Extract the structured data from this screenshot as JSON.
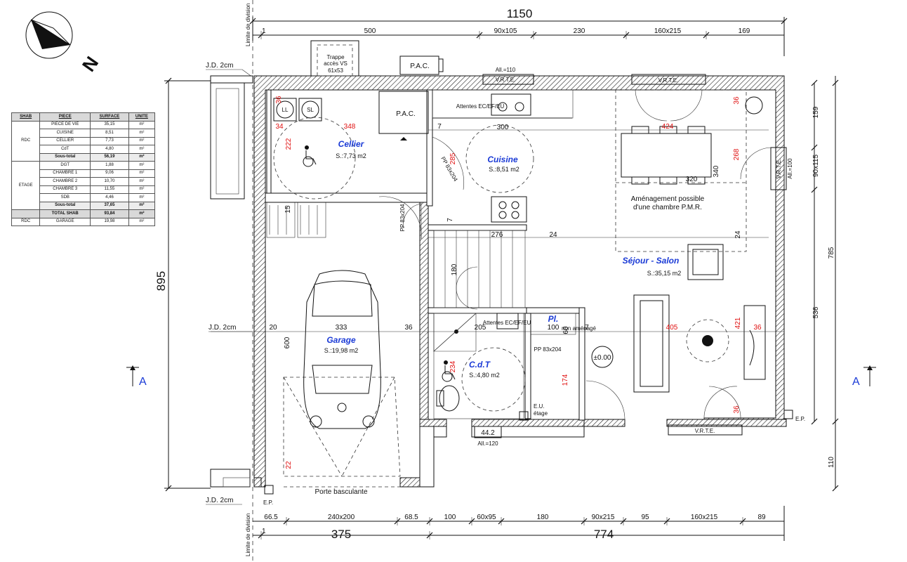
{
  "north_label": "N",
  "legend": {
    "headers": [
      "SHAB",
      "PIECE",
      "SURFACE",
      "UNITE"
    ],
    "rows": [
      {
        "level": "RDC",
        "piece": "PIECE DE VIE",
        "surface": "35,15",
        "unite": "m²"
      },
      {
        "level": "",
        "piece": "CUISINE",
        "surface": "8,51",
        "unite": "m²"
      },
      {
        "level": "",
        "piece": "CELLIER",
        "surface": "7,73",
        "unite": "m²"
      },
      {
        "level": "",
        "piece": "CdT",
        "surface": "4,80",
        "unite": "m²"
      },
      {
        "level": "",
        "piece": "Sous-total",
        "surface": "56,19",
        "unite": "m²"
      },
      {
        "level": "ETAGE",
        "piece": "DGT",
        "surface": "1,88",
        "unite": "m²"
      },
      {
        "level": "",
        "piece": "CHAMBRE 1",
        "surface": "9,06",
        "unite": "m²"
      },
      {
        "level": "",
        "piece": "CHAMBRE 2",
        "surface": "10,70",
        "unite": "m²"
      },
      {
        "level": "",
        "piece": "CHAMBRE 3",
        "surface": "11,55",
        "unite": "m²"
      },
      {
        "level": "",
        "piece": "SDB",
        "surface": "4,46",
        "unite": "m²"
      },
      {
        "level": "",
        "piece": "Sous-total",
        "surface": "37,65",
        "unite": "m²"
      },
      {
        "level": "",
        "piece": "TOTAL SHAB",
        "surface": "93,84",
        "unite": "m²"
      },
      {
        "level": "RDC",
        "piece": "GARAGE",
        "surface": "19,98",
        "unite": "m²"
      }
    ]
  },
  "dimensions": {
    "total_width": "1150",
    "top": [
      "1",
      "500",
      "90x105",
      "230",
      "160x215",
      "169"
    ],
    "bottom_a": [
      "66.5",
      "240x200",
      "68.5",
      "100",
      "60x95",
      "180",
      "90x215",
      "95",
      "160x215",
      "89"
    ],
    "bottom_b": [
      "1",
      "375",
      "774"
    ],
    "left_total": "895",
    "right": [
      "159",
      "90x115",
      "536",
      "110"
    ],
    "right_total": "785",
    "limite_division": "Limite de division",
    "jd": "J.D. 2cm"
  },
  "section_marker": "A",
  "rooms": {
    "cellier": {
      "name": "Cellier",
      "area": "S.:7,73 m2"
    },
    "cuisine": {
      "name": "Cuisine",
      "area": "S.:8,51 m2"
    },
    "garage": {
      "name": "Garage",
      "area": "S.:19,98 m2"
    },
    "sejour": {
      "name": "Séjour - Salon",
      "area": "S.:35,15 m2"
    },
    "cdt": {
      "name": "C.d.T",
      "area": "S.:4,80 m2"
    },
    "placard": {
      "name": "Pl."
    }
  },
  "labels": {
    "trappe": [
      "Trappe",
      "accès VS",
      "61x53"
    ],
    "pac": "P.A.C.",
    "vrte": "V.R.T.E.",
    "all110": "All.=110",
    "all120": "All.=120",
    "all100": "All.=100",
    "attentes": "Attentes EC/EF/EU",
    "amenagement": [
      "Aménagement possible",
      "d'une chambre P.M.R."
    ],
    "porte_basculante": "Porte basculante",
    "ep": "E.P.",
    "eu": [
      "E.U.",
      "étage"
    ],
    "level": "±0.00",
    "ll": "LL",
    "sl": "SL",
    "pp": "PP 83x204",
    "non_amenage": "non aménagé",
    "w442": "44.2"
  },
  "interior_dims": {
    "black": [
      "300",
      "320",
      "276",
      "24",
      "180",
      "205",
      "100",
      "60",
      "7",
      "20",
      "333",
      "36",
      "600",
      "15",
      "340",
      "24",
      "7",
      "7"
    ],
    "red": [
      "36",
      "34",
      "348",
      "222",
      "285",
      "424",
      "268",
      "405",
      "421",
      "36",
      "36",
      "36",
      "174",
      "22",
      "234"
    ]
  }
}
